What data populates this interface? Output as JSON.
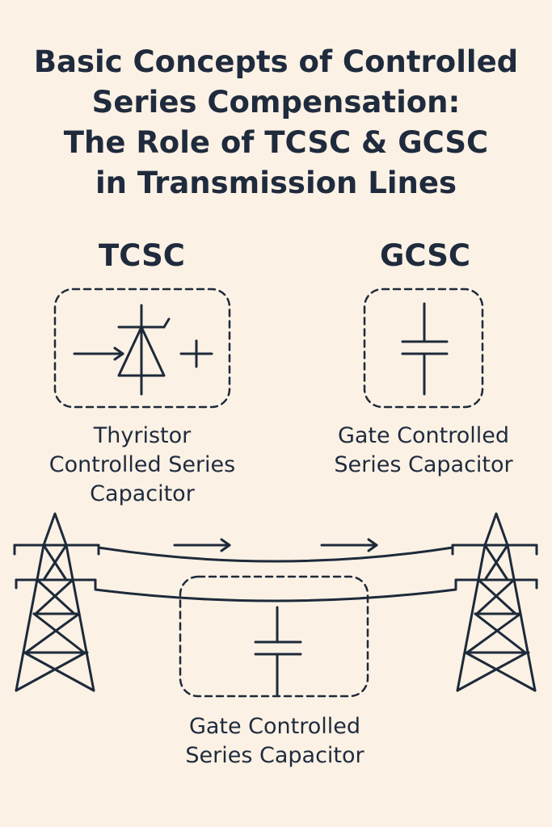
{
  "title": {
    "lines": [
      "Basic Concepts of Controlled",
      "Series Compensation:",
      "The Role of TCSC & GCSC",
      "in Transmission Lines"
    ]
  },
  "tcsc": {
    "heading": "TCSC",
    "caption_lines": [
      "Thyristor",
      "Controlled Series",
      "Capacitor"
    ]
  },
  "gcsc": {
    "heading": "GCSC",
    "caption_lines": [
      "Gate Controlled",
      "Series Capacitor"
    ]
  },
  "line_section": {
    "caption_lines": [
      "Gate Controlled",
      "Series Capacitor"
    ]
  },
  "colors": {
    "background": "#fbf1e5",
    "ink": "#1d2a3a"
  },
  "icons": [
    "thyristor-icon",
    "capacitor-icon",
    "transmission-tower-icon",
    "arrow-right-icon"
  ]
}
